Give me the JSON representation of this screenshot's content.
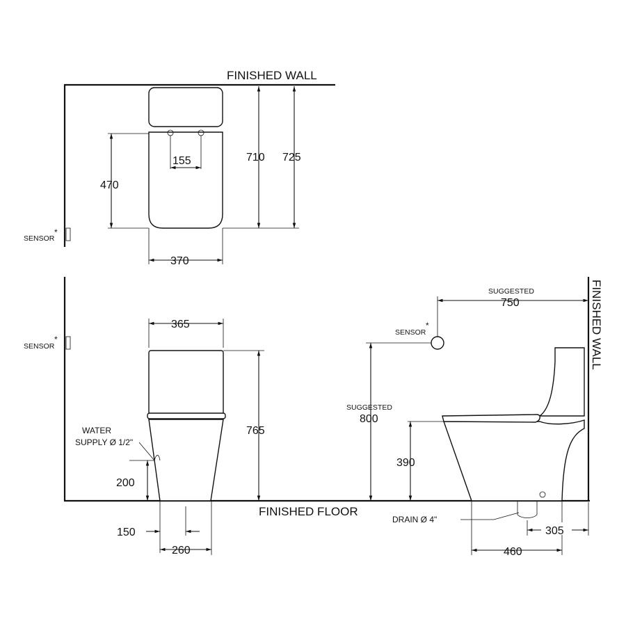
{
  "labels": {
    "finished_wall_top": "FINISHED  WALL",
    "finished_wall_side": "FINISHED  WALL",
    "finished_floor": "FINISHED  FLOOR",
    "sensor_top": "SENSOR",
    "sensor_front": "SENSOR",
    "sensor_side": "SENSOR",
    "asterisk": "*",
    "water_supply_line1": "WATER",
    "water_supply_line2": "SUPPLY Ø 1/2\"",
    "drain": "DRAIN Ø 4\"",
    "suggested_750": "SUGGESTED",
    "suggested_800": "SUGGESTED"
  },
  "dimensions": {
    "plan_width": "370",
    "plan_depth_710": "710",
    "plan_depth_725": "725",
    "plan_seat_470": "470",
    "plan_holes_155": "155",
    "front_width_365": "365",
    "front_height_765": "765",
    "front_supply_height_200": "200",
    "front_supply_offset_150": "150",
    "front_base_260": "260",
    "side_sensor_distance_750": "750",
    "side_sensor_height_800": "800",
    "side_seat_height_390": "390",
    "side_base_460": "460",
    "side_drain_305": "305"
  }
}
